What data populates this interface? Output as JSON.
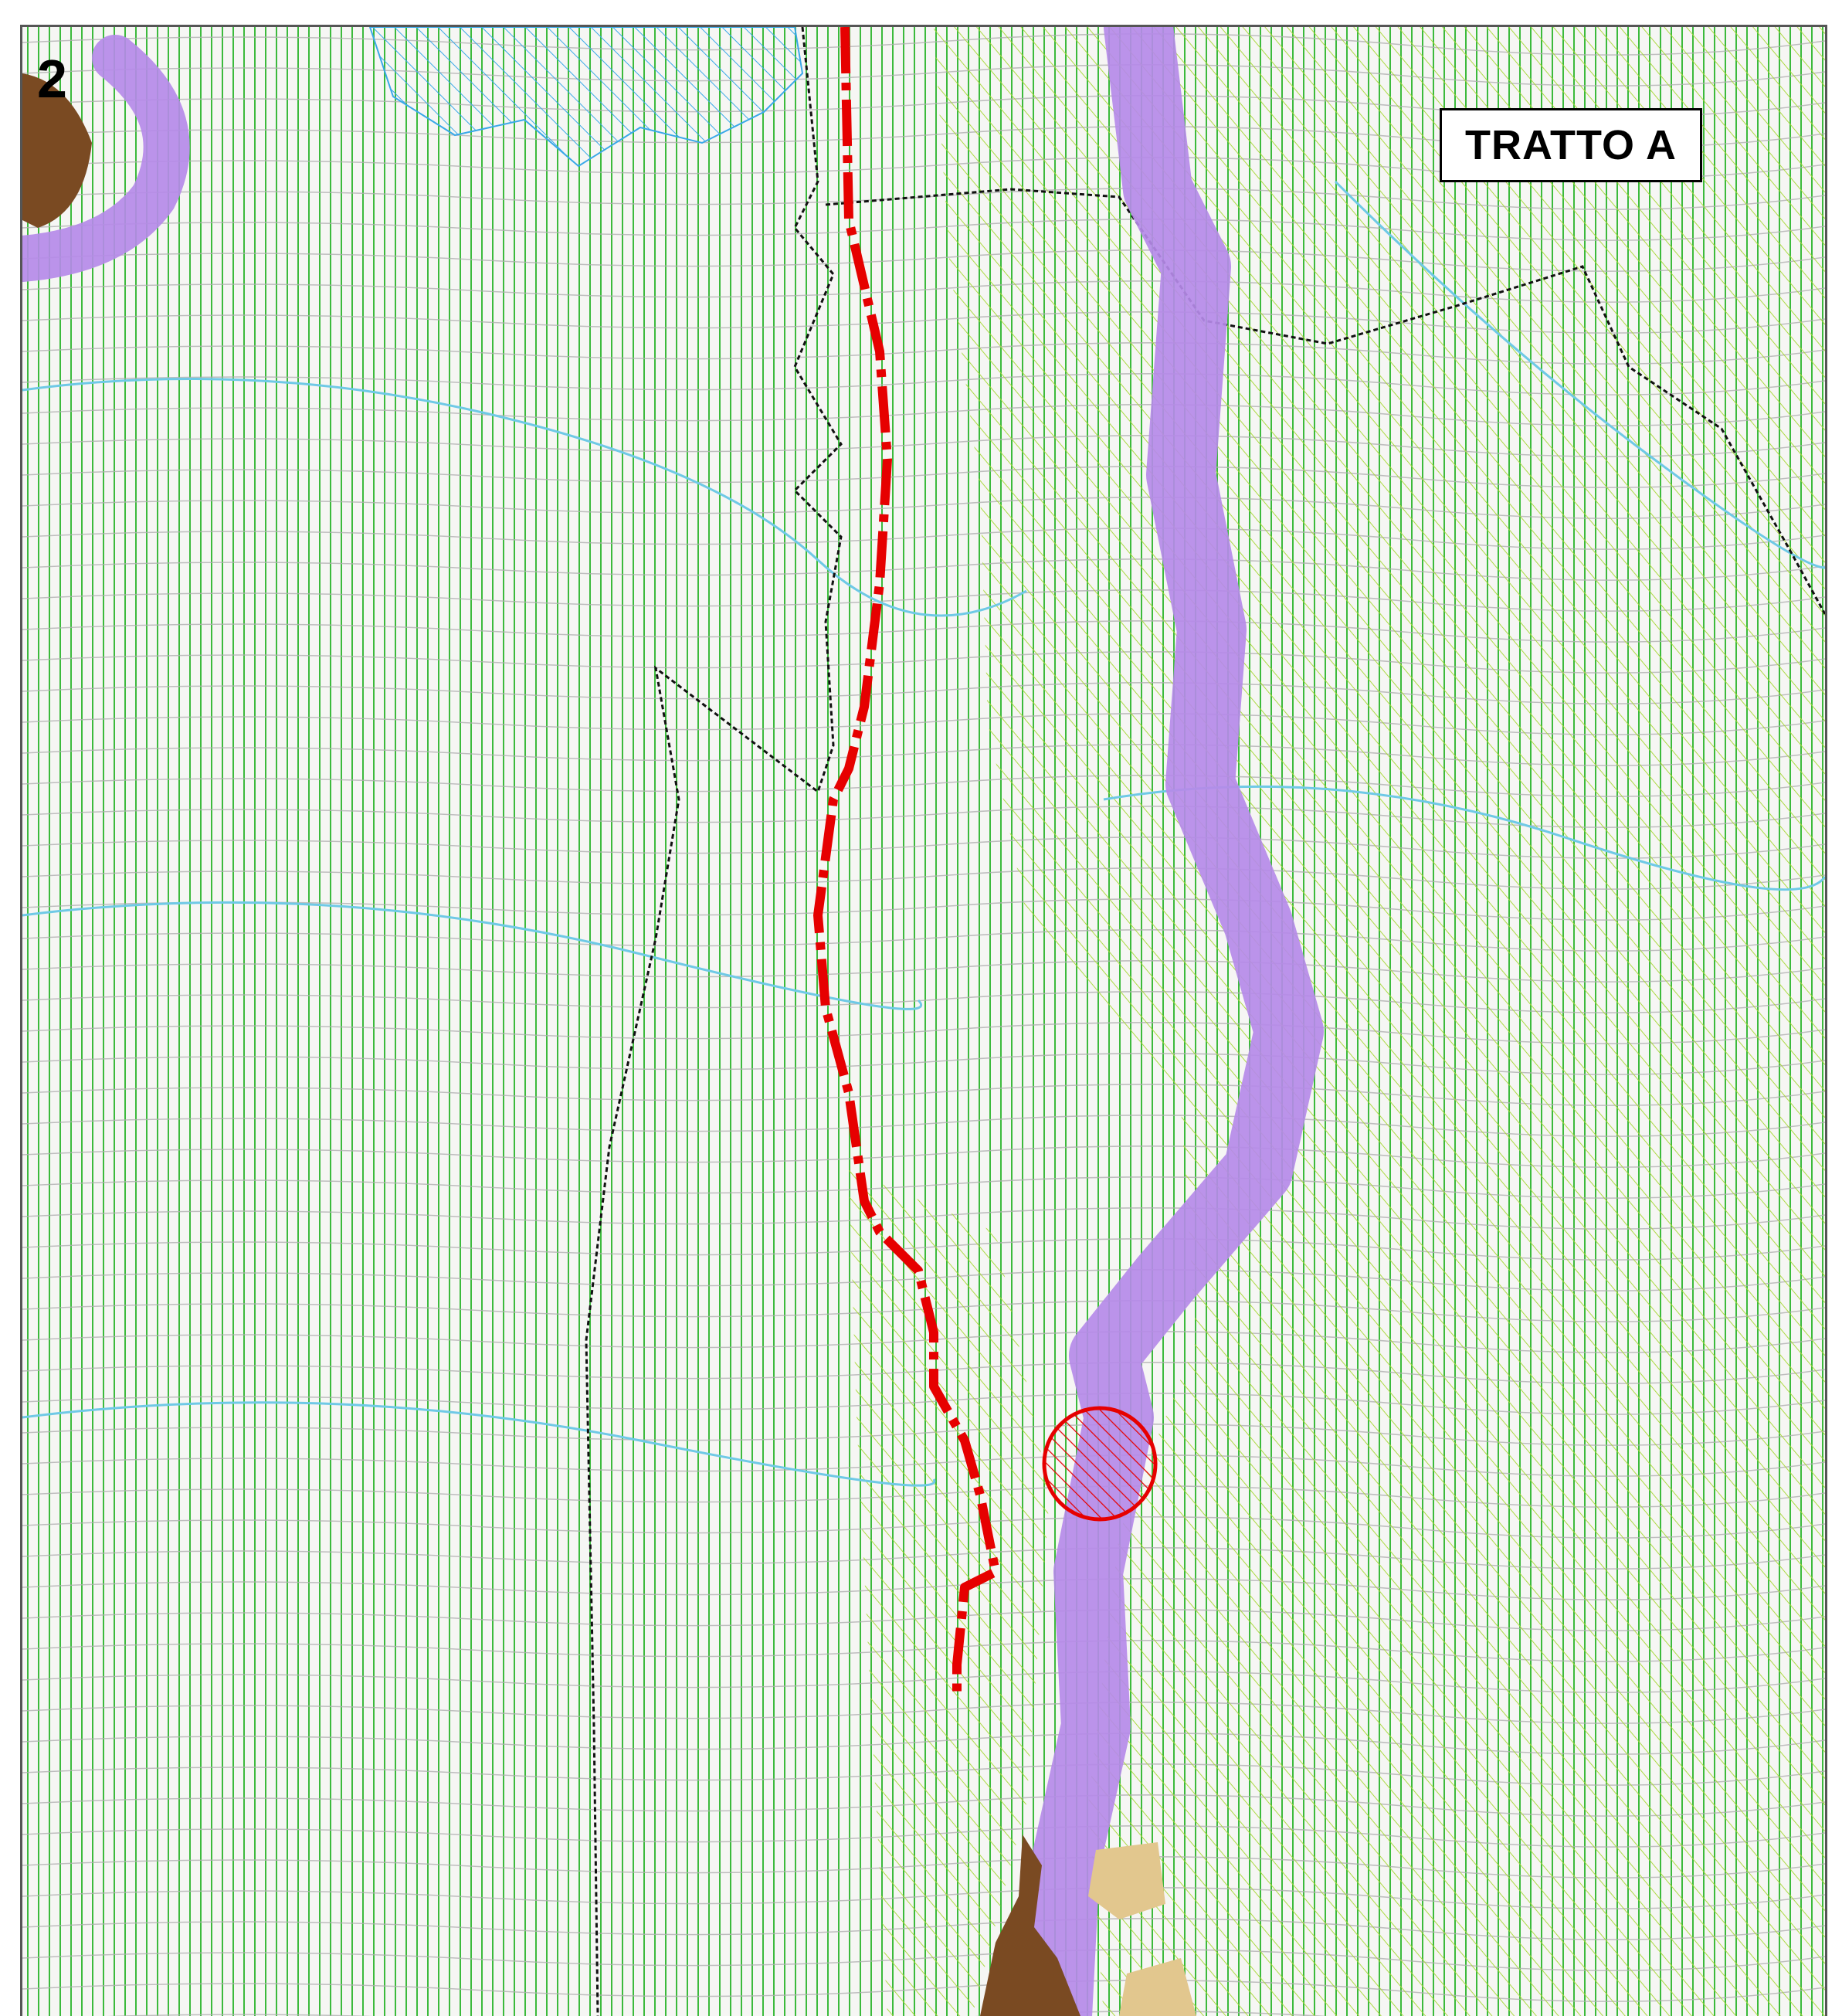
{
  "map": {
    "sheet_number": "2",
    "section_label": "TRATTO A"
  },
  "colors": {
    "vertical_hatch": "#3cba3c",
    "diagonal_hatch": "#a8d83a",
    "contour": "#9a9a9a",
    "watercourse": "#6fc9e6",
    "corridor": "#b58ae8",
    "route": "#e60000",
    "boundary": "#111111",
    "landslide": "#7a4a22",
    "sand_area": "#e2c78e",
    "blue_hatch": "#3aa8e8"
  },
  "features": {
    "corridor": "purple-corridor",
    "route": "red-dashed-route",
    "site_marker": "red-hatched-circle",
    "boundary": "black-dotted-boundary"
  }
}
